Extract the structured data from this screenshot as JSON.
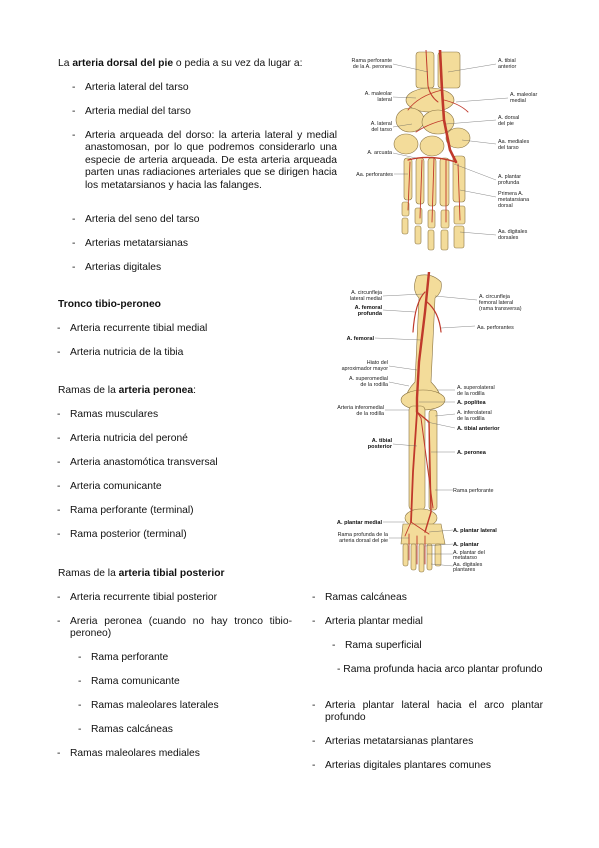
{
  "dorsal": {
    "intro_pre": "La ",
    "intro_bold": "arteria dorsal del pie",
    "intro_post": " o pedia a su vez da lugar a:",
    "items": [
      "Arteria lateral del tarso",
      "Arteria medial del tarso",
      "Arteria arqueada del dorso: la arteria lateral y medial anastomosan, por lo que podremos considerarlo una especie de arteria arqueada. De esta arteria arqueada parten unas radiaciones arteriales que se dirigen hacia los metatarsianos y hacia las falanges.",
      "Arteria del seno del tarso",
      "Arterias metatarsianas",
      "Arterias digitales"
    ]
  },
  "tronco": {
    "heading": "Tronco tibio-peroneo",
    "items": [
      "Arteria recurrente tibial medial",
      "Arteria nutricia de la tibia"
    ]
  },
  "peronea": {
    "heading_pre": "Ramas de la ",
    "heading_bold": "arteria peronea",
    "heading_post": ":",
    "items": [
      "Ramas musculares",
      "Arteria nutricia del peroné",
      "Arteria anastomótica transversal",
      "Arteria comunicante",
      "Rama perforante (terminal)",
      "Rama posterior (terminal)"
    ]
  },
  "tibial_posterior": {
    "heading_pre": "Ramas de la ",
    "heading_bold": "arteria tibial posterior",
    "left": {
      "item1": "Arteria recurrente tibial posterior",
      "item2": "Areria peronea (cuando no hay tronco tibio-peroneo)",
      "sub": [
        "Rama perforante",
        "Rama comunicante",
        "Ramas maleolares laterales",
        "Ramas calcáneas"
      ],
      "item3": "Ramas maleolares mediales"
    },
    "right": {
      "item1": "Ramas calcáneas",
      "item2": "Arteria plantar medial",
      "sub": [
        "Rama superficial",
        "Rama profunda hacia arco plantar profundo"
      ],
      "item3": "Arteria plantar lateral hacia el arco plantar profundo",
      "item4": "Arterias metatarsianas plantares",
      "item5": "Arterias digitales plantares comunes"
    }
  },
  "figure_foot": {
    "labels": {
      "rama_perforante": "Rama perforante",
      "rama_perforante2": "de la A. peronea",
      "a_tibial": "A. tibial",
      "anterior": "anterior",
      "a_maleolar": "A. maleolar",
      "lateral": "lateral",
      "a_maleolar_r": "A. maleolar",
      "medial": "medial",
      "a_lateral": "A. lateral",
      "del_tarso": "del tarso",
      "a_dorsal": "A. dorsal",
      "del_pie": "del pie",
      "as_mediales": "Aa. mediales",
      "del_tarso_r": "del tarso",
      "a_arcuata": "A. arcuata",
      "as_perforantes": "Aa. perforantes",
      "a_plantar": "A. plantar",
      "profunda": "profunda",
      "primera_a": "Primera A.",
      "metatarsiana": "metatarsiana",
      "dorsal": "dorsal",
      "as_digitales": "Aa. digitales",
      "dorsales": "dorsales"
    }
  },
  "figure_leg": {
    "labels": {
      "a_circunfleja_lat": "A. circunfleja",
      "lateral_medial": "lateral medial",
      "a_femoral_prof": "A. femoral",
      "profunda": "profunda",
      "a_circunfleja_r": "A. circunfleja",
      "femoral_lateral": "femoral lateral",
      "rama_transversa": "(rama transversa)",
      "aa_perforantes": "Aa. perforantes",
      "a_femoral": "A. femoral",
      "hiato": "Hiato del",
      "aproximador": "aproximador mayor",
      "a_supero_medial": "A. superomedial",
      "de_la_rodilla": "de la rodilla",
      "a_supero_lateral": "A. superolateral",
      "de_la_rodilla2": "de la rodilla",
      "a_poplitea": "A. poplítea",
      "arteria_infero": "Arteria inferomedial",
      "de_la_rodilla3": "de la rodilla",
      "a_inferolateral": "A. inferolateral",
      "de_la_rodilla4": "de la rodilla",
      "a_tibial_ant": "A. tibial anterior",
      "a_tibial_post": "A. tibial",
      "posterior": "posterior",
      "a_peronea": "A. peronea",
      "rama_perforante": "Rama perforante",
      "a_plantar_medial": "A. plantar medial",
      "a_plantar_lateral": "A. plantar lateral",
      "rama_profunda": "Rama profunda de la",
      "arteria_dorsal": "arteria dorsal del pie",
      "a_plantar": "A. plantar",
      "a_plantar_del": "A. plantar del",
      "metatarso": "metatarso",
      "aa_digitales": "Aa. digitales",
      "plantares": "plantares"
    }
  }
}
